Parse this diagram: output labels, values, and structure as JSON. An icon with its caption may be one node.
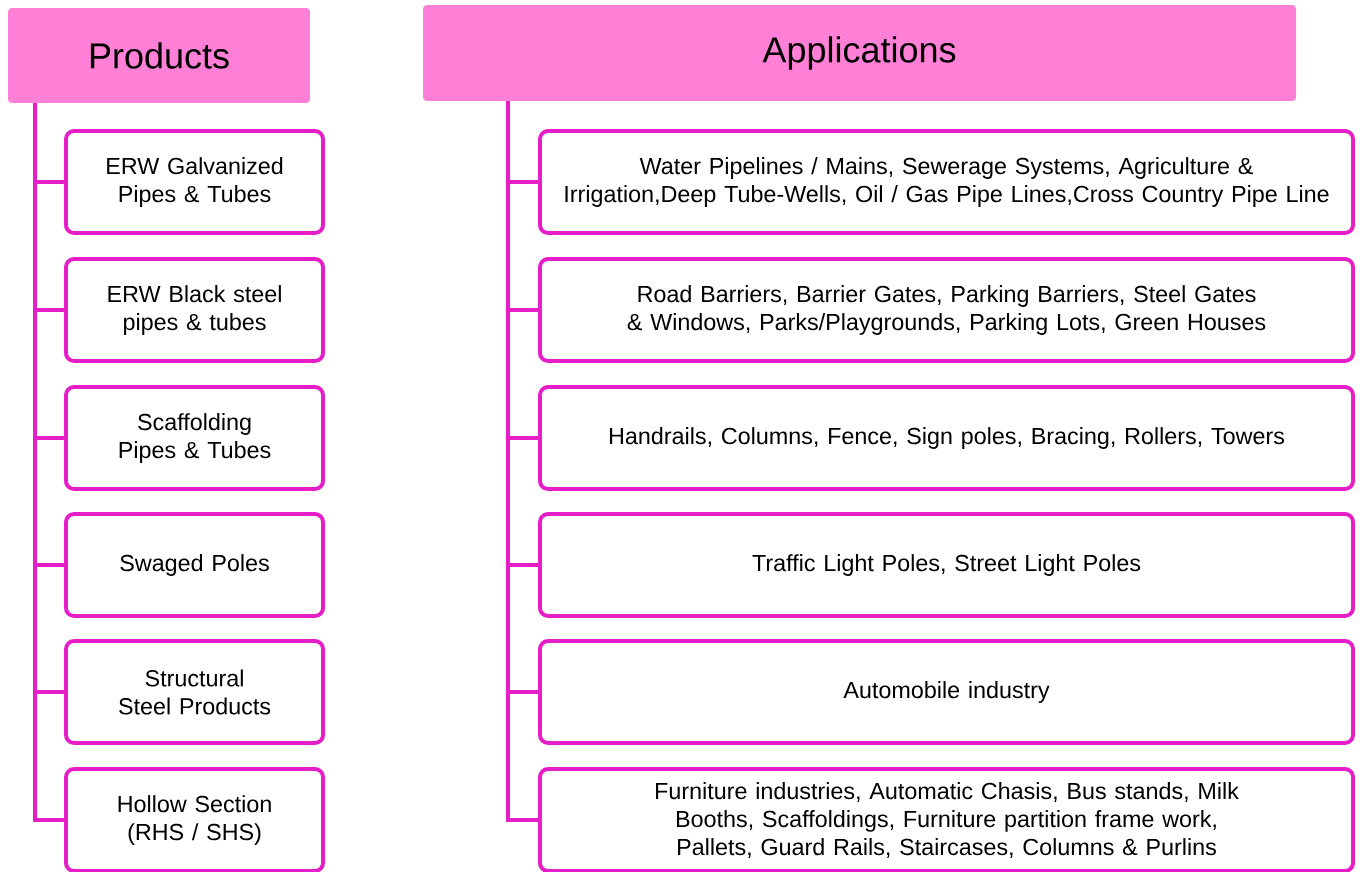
{
  "diagram": {
    "nodes": [
      {
        "text": [
          "Products"
        ]
      },
      {
        "text": [
          "ERW Galvanized Pipes & Tubes"
        ]
      },
      {
        "text": [
          "ERW Black steel pipes & tubes"
        ]
      },
      {
        "text": [
          "Scaffolding Pipes & Tubes"
        ]
      },
      {
        "text": [
          "Swaged Poles"
        ]
      },
      {
        "text": [
          "Structural Steel Products"
        ]
      },
      {
        "text": [
          "Hollow Section (RHS / SHS)"
        ]
      },
      {
        "text": [
          "Applications"
        ]
      },
      {
        "text": [
          "Water Pipelines / Mains, Sewerage Systems, Agriculture & Irrigation,Deep Tube-Wells, Oil / Gas Pipe Lines,Cross Country Pipe Line"
        ]
      },
      {
        "text": [
          "Road Barriers, Barrier Gates, Parking Barriers, Steel Gates & Windows, Parks/Playgrounds, Parking Lots, Green Houses"
        ]
      },
      {
        "text": [
          "Handrails, Columns, Fence, Sign poles, Bracing, Rollers, Towers"
        ]
      },
      {
        "text": [
          "Traffic Light Poles, Street Light Poles"
        ]
      },
      {
        "text": [
          "Automobile industry"
        ]
      },
      {
        "text": [
          "Furniture industries, Automatic Chasis, Bus stands, Milk Booths, Scaffoldings, Furniture partition frame work, Pallets, Guard Rails, Staircases, Columns & Purlins"
        ]
      }
    ],
    "edges": [
      {
        "from": 0,
        "to": 1,
        "arrow": "none"
      },
      {
        "from": 0,
        "to": 2,
        "arrow": "none"
      },
      {
        "from": 0,
        "to": 3,
        "arrow": "none"
      },
      {
        "from": 0,
        "to": 4,
        "arrow": "none"
      },
      {
        "from": 0,
        "to": 5,
        "arrow": "none"
      },
      {
        "from": 0,
        "to": 6,
        "arrow": "none"
      },
      {
        "from": 7,
        "to": 8,
        "arrow": "none"
      },
      {
        "from": 7,
        "to": 9,
        "arrow": "none"
      },
      {
        "from": 7,
        "to": 10,
        "arrow": "none"
      },
      {
        "from": 7,
        "to": 11,
        "arrow": "none"
      },
      {
        "from": 7,
        "to": 12,
        "arrow": "none"
      },
      {
        "from": 7,
        "to": 13,
        "arrow": "none"
      }
    ]
  }
}
